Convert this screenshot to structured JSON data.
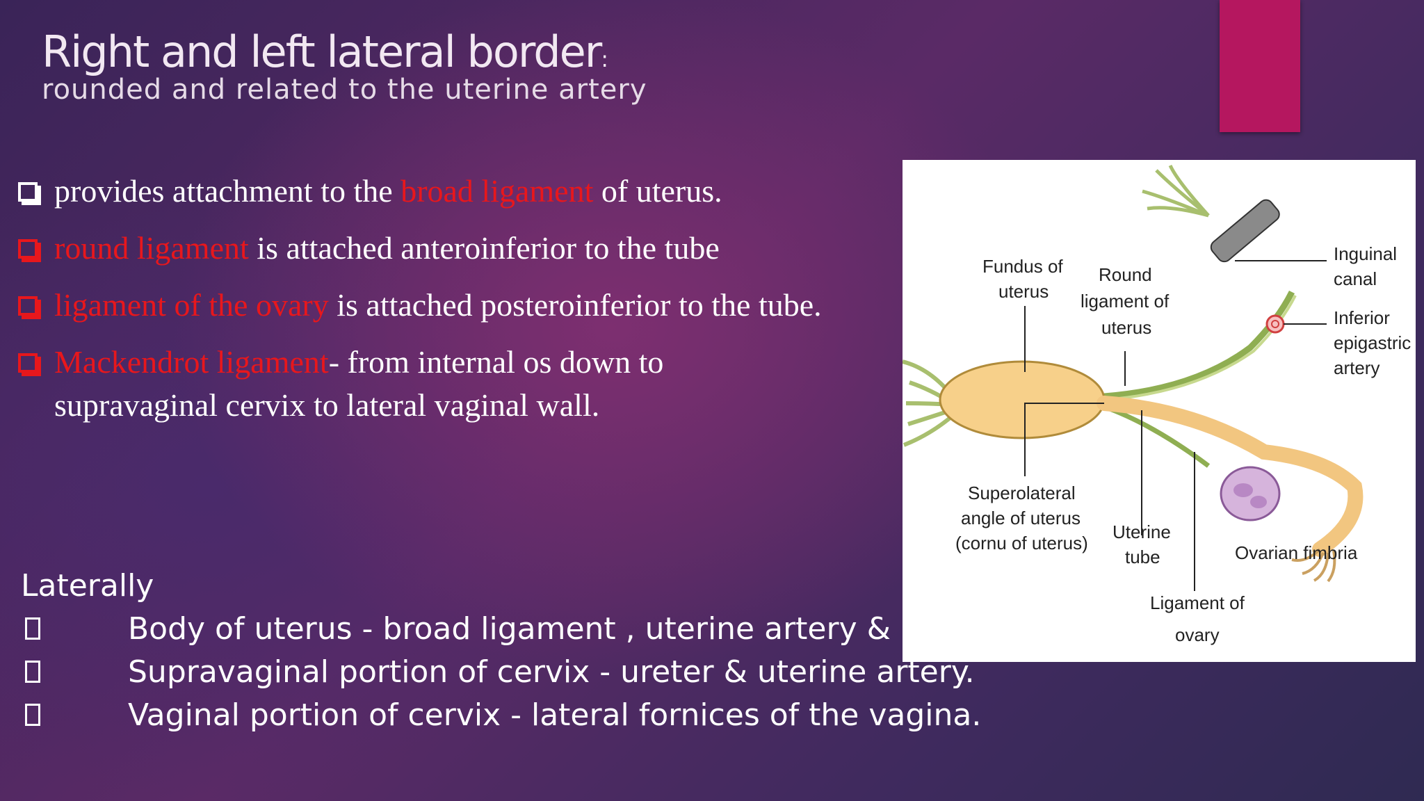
{
  "slide": {
    "title": "Right and left lateral border",
    "title_colon": ":",
    "subtitle": "rounded and related to the uterine artery",
    "accent_color": "#b5175f",
    "highlight_color": "#e8171c"
  },
  "bullets": [
    {
      "box": "white",
      "before": "",
      "red": "",
      "mid": "provides attachment to  the ",
      "red2": "broad ligament",
      "after": " of uterus."
    },
    {
      "box": "red",
      "before": "",
      "red": "round ligament",
      "mid": "  is  attached anteroinferior to the tube",
      "red2": "",
      "after": ""
    },
    {
      "box": "red",
      "before": "",
      "red": "ligament of the ovary",
      "mid": " is attached posteroinferior  to the tube.",
      "red2": "",
      "after": ""
    },
    {
      "box": "red",
      "before": "",
      "red": "Mackendrot ligament",
      "mid": "- from internal os down to supravaginal cervix to lateral vaginal wall.",
      "red2": "",
      "after": ""
    }
  ],
  "laterally": {
    "heading": "Laterally",
    "items": [
      "Body of uterus - broad ligament , uterine artery &",
      "Supravaginal portion of cervix - ureter & uterine artery.",
      "Vaginal portion of cervix - lateral fornices of the vagina."
    ]
  },
  "figure": {
    "labels": {
      "fundus_1": "Fundus of",
      "fundus_2": "uterus",
      "round_1": "Round",
      "round_2": "ligament of",
      "round_3": "uterus",
      "inguinal_1": "Inguinal",
      "inguinal_2": "canal",
      "inferior_1": "Inferior",
      "inferior_2": "epigastric",
      "inferior_3": "artery",
      "superolateral_1": "Superolateral",
      "superolateral_2": "angle of uterus",
      "superolateral_3": "(cornu of uterus)",
      "uterine_tube_1": "Uterine",
      "uterine_tube_2": "tube",
      "ovarian_fimbria": "Ovarian fimbria",
      "ligament_ovary_1": "Ligament of",
      "ligament_ovary_2": "ovary"
    }
  }
}
